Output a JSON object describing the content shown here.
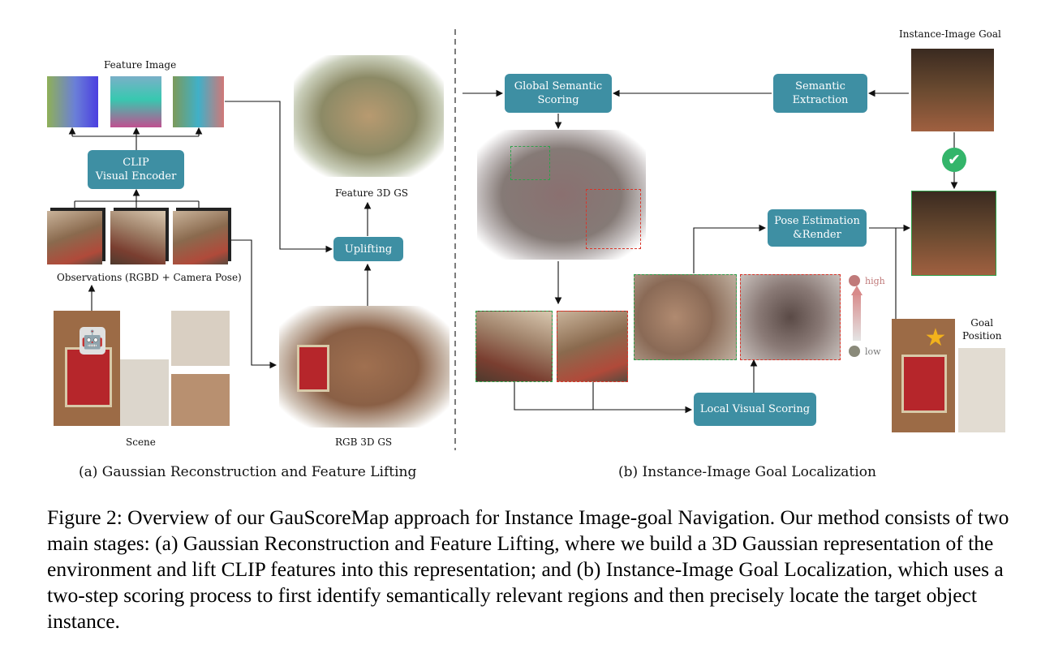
{
  "left": {
    "feature_image_label": "Feature Image",
    "clip_box": "CLIP\nVisual Encoder",
    "observations_label": "Observations (RGBD + Camera Pose)",
    "scene_label": "Scene",
    "feature_3dgs_label": "Feature 3D GS",
    "uplifting_box": "Uplifting",
    "rgb_3dgs_label": "RGB 3D GS",
    "subtitle": "(a) Gaussian Reconstruction and Feature Lifting"
  },
  "right": {
    "goal_label": "Instance-Image Goal",
    "global_box": "Global Semantic\nScoring",
    "semantic_box": "Semantic\nExtraction",
    "pose_box": "Pose Estimation\n&Render",
    "local_box": "Local Visual Scoring",
    "high_label": "high",
    "low_label": "low",
    "goal_position_label": "Goal\nPosition",
    "subtitle": "(b) Instance-Image Goal Localization"
  },
  "colors": {
    "box": "#3e8fa3",
    "green_dashed": "#2ea04a",
    "red_dashed": "#d8352a",
    "check": "#33b56a",
    "star": "#f2b21c"
  },
  "icons": {
    "robot": "robot-icon",
    "check": "check-circle-icon",
    "star": "star-icon"
  },
  "caption": "Figure 2: Overview of our GauScoreMap approach for Instance Image-goal Navigation. Our method consists of two main stages: (a) Gaussian Reconstruction and Feature Lifting, where we build a 3D Gaussian representation of the environment and lift CLIP features into this representation; and (b) Instance-Image Goal Localization, which uses a two-step scoring process to first identify semantically relevant regions and then precisely locate the target object instance."
}
